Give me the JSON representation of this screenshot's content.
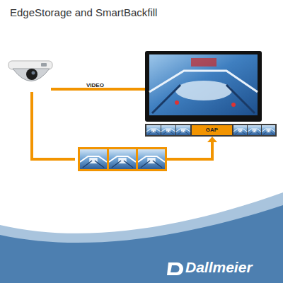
{
  "diagram": {
    "title": "EdgeStorage and SmartBackfill",
    "nodes": [
      {
        "text": [
          "GAP"
        ]
      }
    ],
    "labels": [
      "VIDEO",
      "Dallmeier"
    ]
  }
}
